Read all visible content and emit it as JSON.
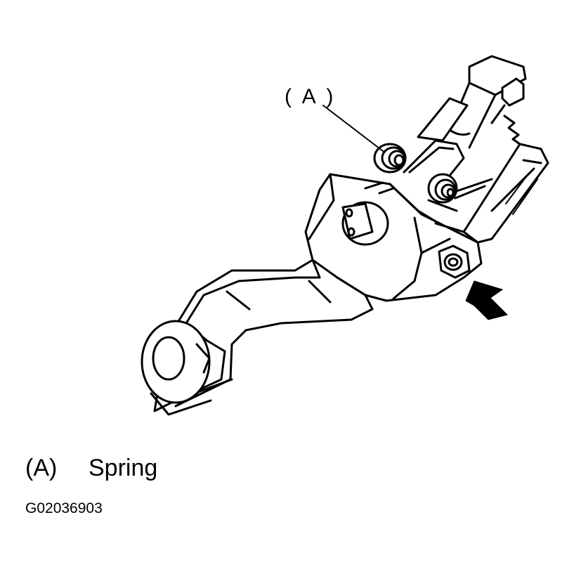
{
  "callout": {
    "label": "( A )"
  },
  "legend": {
    "key": "(A)",
    "text": "Spring"
  },
  "figure_id": "G02036903",
  "arrow_icon": "arrow-pointer-icon",
  "line_color": "#000000",
  "background_color": "#ffffff"
}
